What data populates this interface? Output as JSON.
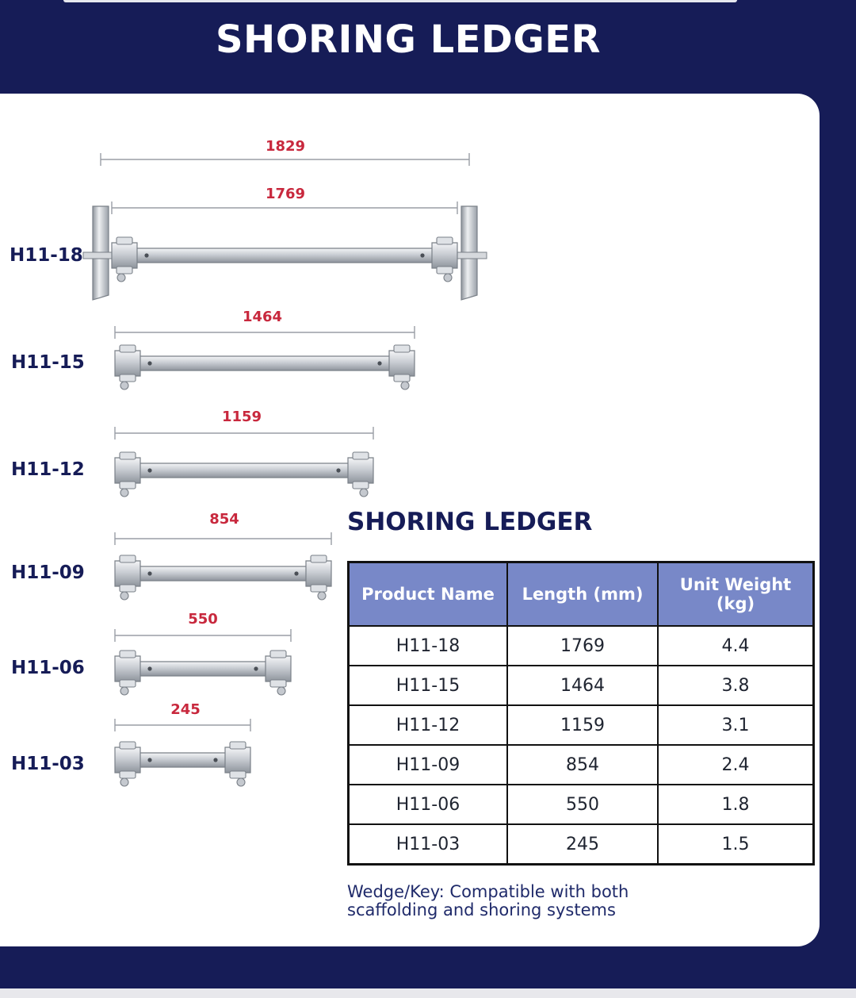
{
  "header": {
    "title": "SHORING LEDGER"
  },
  "diagram": {
    "ledgers": [
      {
        "model": "H11-18",
        "overall": "1829",
        "length": "1769",
        "with_standards": true
      },
      {
        "model": "H11-15",
        "length": "1464"
      },
      {
        "model": "H11-12",
        "length": "1159"
      },
      {
        "model": "H11-09",
        "length": "854"
      },
      {
        "model": "H11-06",
        "length": "550"
      },
      {
        "model": "H11-03",
        "length": "245"
      }
    ]
  },
  "table": {
    "title": "SHORING LEDGER",
    "headers": [
      "Product Name",
      "Length (mm)",
      "Unit Weight (kg)"
    ],
    "rows": [
      [
        "H11-18",
        "1769",
        "4.4"
      ],
      [
        "H11-15",
        "1464",
        "3.8"
      ],
      [
        "H11-12",
        "1159",
        "3.1"
      ],
      [
        "H11-09",
        "854",
        "2.4"
      ],
      [
        "H11-06",
        "550",
        "1.8"
      ],
      [
        "H11-03",
        "245",
        "1.5"
      ]
    ]
  },
  "note": "Wedge/Key: Compatible with both scaffolding and shoring systems",
  "colors": {
    "navy": "#161c57",
    "dimension_red": "#c8283d",
    "table_header": "#7888c8"
  }
}
